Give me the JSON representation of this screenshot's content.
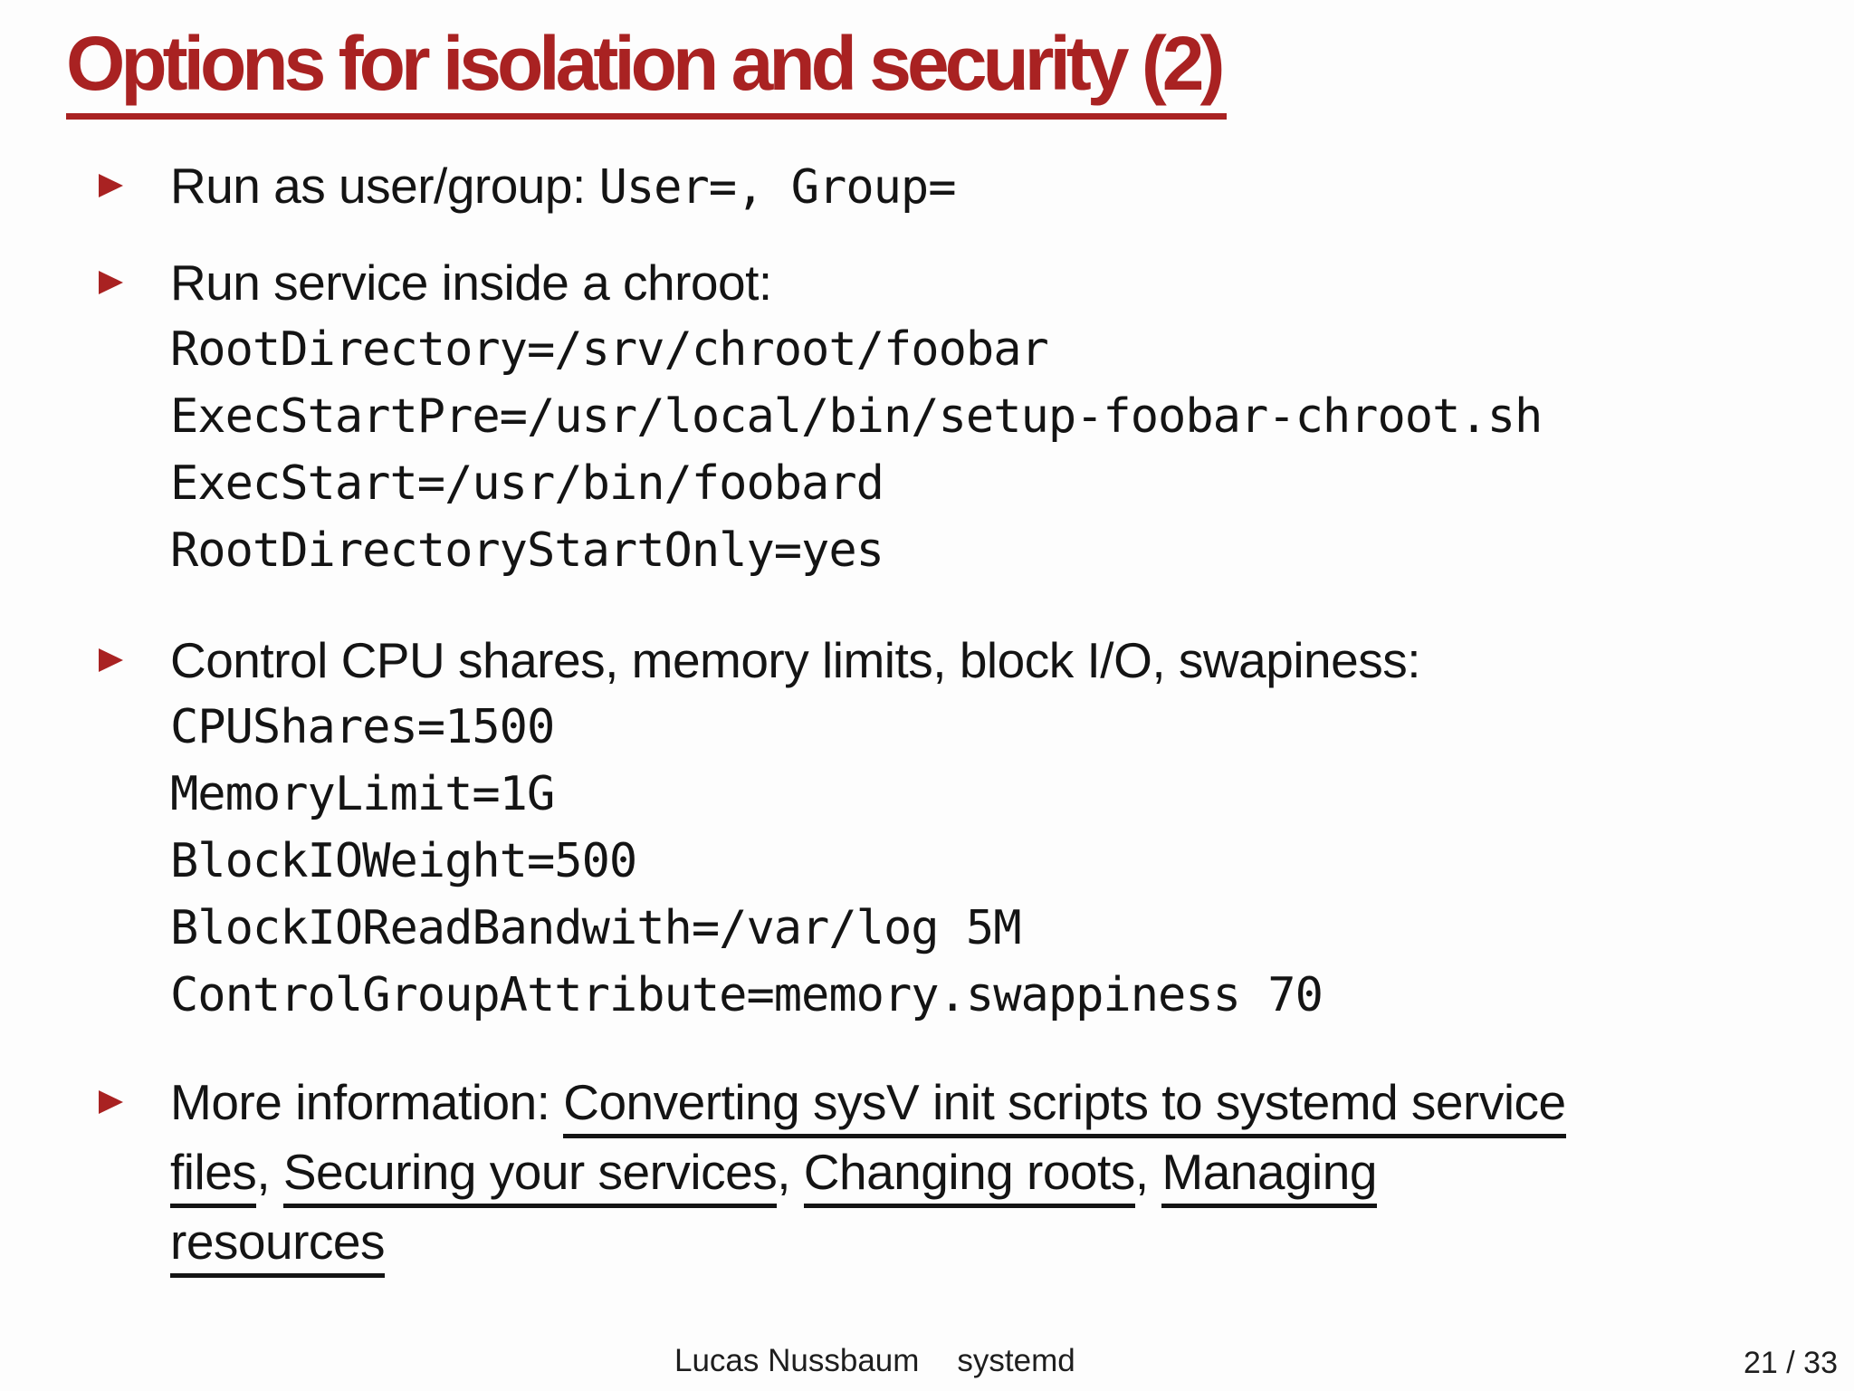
{
  "colors": {
    "accent_red": "#a92222",
    "text": "#141414"
  },
  "title": "Options for isolation and security (2)",
  "bullets": {
    "run_as": {
      "label": "Run as user/group: ",
      "code_inline": "User=, Group="
    },
    "chroot": {
      "label": "Run service inside a chroot:",
      "code": [
        "RootDirectory=/srv/chroot/foobar",
        "ExecStartPre=/usr/local/bin/setup-foobar-chroot.sh",
        "ExecStart=/usr/bin/foobard",
        "RootDirectoryStartOnly=yes"
      ]
    },
    "cgroups": {
      "label": "Control CPU shares, memory limits, block I/O, swapiness:",
      "code": [
        "CPUShares=1500",
        "MemoryLimit=1G",
        "BlockIOWeight=500",
        "BlockIOReadBandwith=/var/log 5M",
        "ControlGroupAttribute=memory.swappiness 70"
      ]
    },
    "more_info": {
      "lines": [
        [
          "More information: ",
          "Converting sysV init scripts to systemd service"
        ],
        [
          "files",
          ", ",
          "Securing your services",
          ", ",
          "Changing roots",
          ", ",
          "Managing"
        ],
        [
          "resources"
        ]
      ]
    }
  },
  "footer": {
    "author": "Lucas Nussbaum",
    "deck": "systemd",
    "page": "21 / 33"
  }
}
